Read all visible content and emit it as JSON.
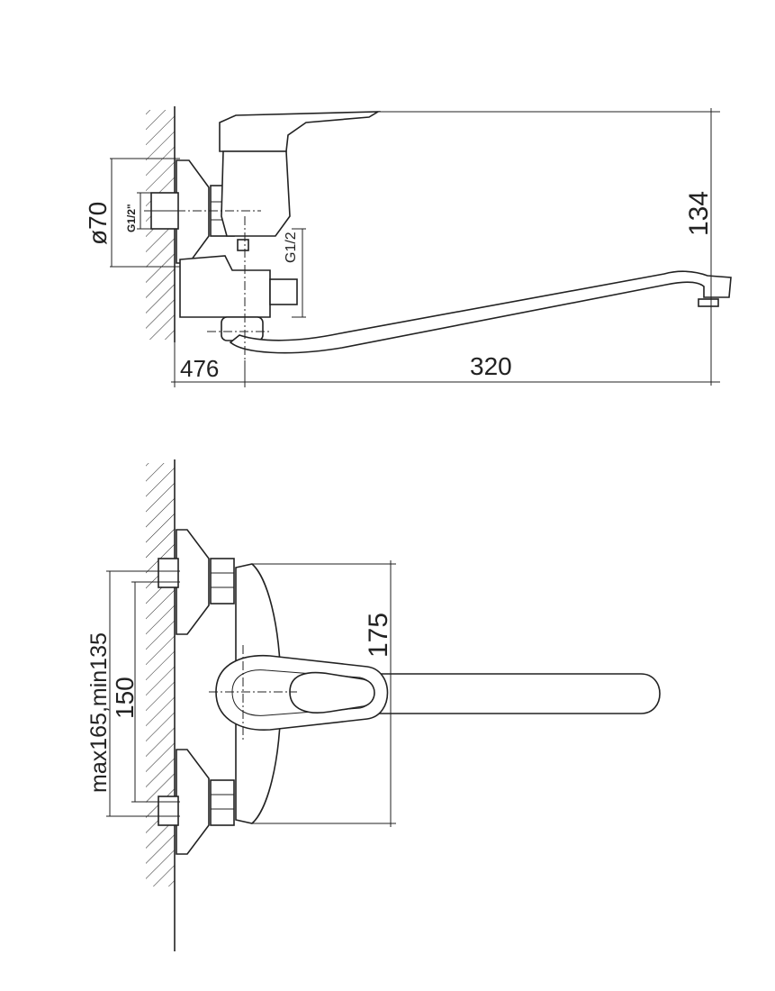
{
  "side_view": {
    "dim_diameter": "ø70",
    "dim_thread_left": "G1/2\"",
    "dim_thread_right": "G1/2",
    "dim_height": "134",
    "dim_offset": "476",
    "dim_length": "320"
  },
  "front_view": {
    "dim_range": "max165,min135",
    "dim_center": "150",
    "dim_height": "175"
  }
}
